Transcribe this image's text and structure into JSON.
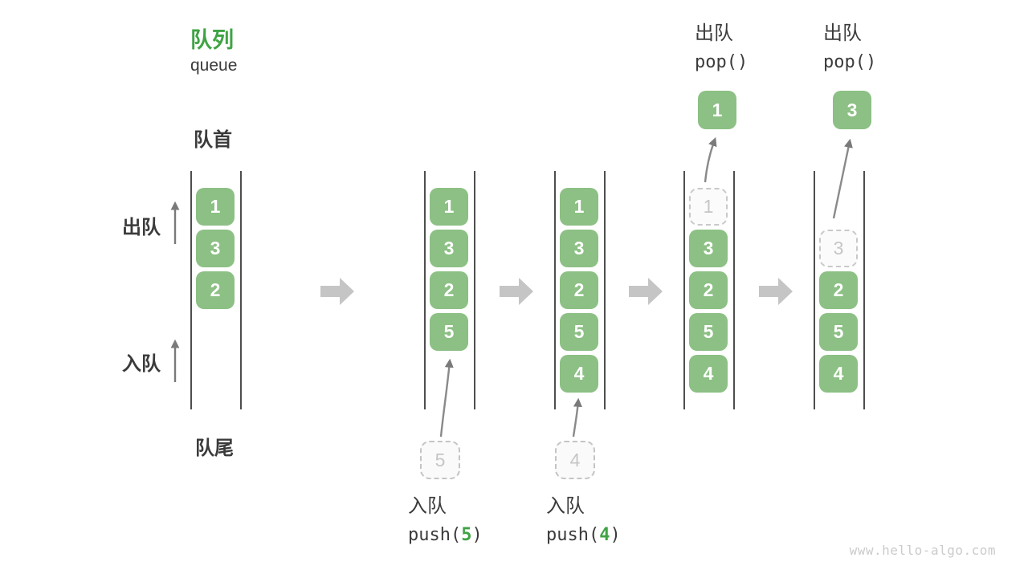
{
  "page": {
    "watermark": "www.hello-algo.com"
  },
  "title": {
    "zh": "队列",
    "en": "queue"
  },
  "side": {
    "front": "队首",
    "rear": "队尾",
    "dequeue": "出队",
    "enqueue": "入队"
  },
  "colors": {
    "title_green": "#3FA344",
    "box_green": "#8CC084",
    "code_arg_green": "#3FA344",
    "text_dark": "#3B3B3B",
    "block_arrow_gray": "#C5C5C5",
    "ghost_gray": "#C6C6C6",
    "wall_gray": "#4E4E4E",
    "thin_arrow_gray": "#7A7A7A",
    "watermark_gray": "#CBCBCB"
  },
  "states": [
    {
      "name": "state-initial",
      "cells": [
        {
          "row": 0,
          "value": "1",
          "kind": "filled"
        },
        {
          "row": 1,
          "value": "3",
          "kind": "filled"
        },
        {
          "row": 2,
          "value": "2",
          "kind": "filled"
        }
      ]
    },
    {
      "name": "state-push-5",
      "cells": [
        {
          "row": 0,
          "value": "1",
          "kind": "filled"
        },
        {
          "row": 1,
          "value": "3",
          "kind": "filled"
        },
        {
          "row": 2,
          "value": "2",
          "kind": "filled"
        },
        {
          "row": 3,
          "value": "5",
          "kind": "filled"
        }
      ],
      "incoming": "5",
      "caption": {
        "zh": "入队",
        "code_pre": "push(",
        "code_arg": "5",
        "code_post": ")"
      }
    },
    {
      "name": "state-push-4",
      "cells": [
        {
          "row": 0,
          "value": "1",
          "kind": "filled"
        },
        {
          "row": 1,
          "value": "3",
          "kind": "filled"
        },
        {
          "row": 2,
          "value": "2",
          "kind": "filled"
        },
        {
          "row": 3,
          "value": "5",
          "kind": "filled"
        },
        {
          "row": 4,
          "value": "4",
          "kind": "filled"
        }
      ],
      "incoming": "4",
      "caption": {
        "zh": "入队",
        "code_pre": "push(",
        "code_arg": "4",
        "code_post": ")"
      }
    },
    {
      "name": "state-pop-1",
      "cells": [
        {
          "row": 0,
          "value": "1",
          "kind": "ghost"
        },
        {
          "row": 1,
          "value": "3",
          "kind": "filled"
        },
        {
          "row": 2,
          "value": "2",
          "kind": "filled"
        },
        {
          "row": 3,
          "value": "5",
          "kind": "filled"
        },
        {
          "row": 4,
          "value": "4",
          "kind": "filled"
        }
      ],
      "popped": "1",
      "caption_top": {
        "zh": "出队",
        "code_pre": "pop()",
        "code_arg": "",
        "code_post": ""
      }
    },
    {
      "name": "state-pop-3",
      "cells": [
        {
          "row": 1,
          "value": "3",
          "kind": "ghost"
        },
        {
          "row": 2,
          "value": "2",
          "kind": "filled"
        },
        {
          "row": 3,
          "value": "5",
          "kind": "filled"
        },
        {
          "row": 4,
          "value": "4",
          "kind": "filled"
        }
      ],
      "popped": "3",
      "caption_top": {
        "zh": "出队",
        "code_pre": "pop()",
        "code_arg": "",
        "code_post": ""
      }
    }
  ]
}
